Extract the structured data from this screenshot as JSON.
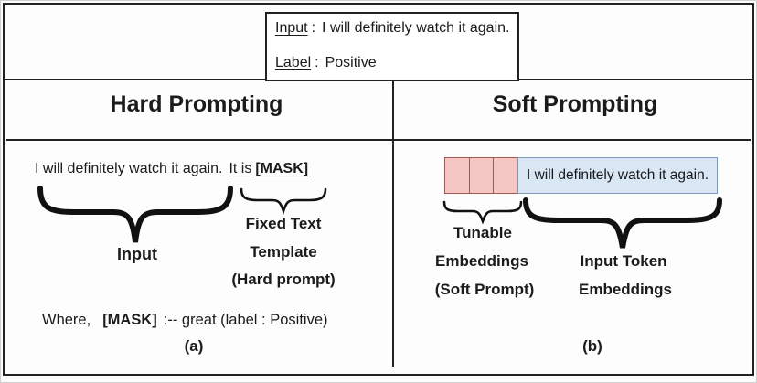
{
  "example_box": {
    "input_label": "Input",
    "separator": ":",
    "input_value": "I will definitely watch it again.",
    "label_label": "Label",
    "label_value": "Positive"
  },
  "headers": {
    "left": "Hard Prompting",
    "right": "Soft Prompting"
  },
  "hard_panel": {
    "sentence_input": "I will definitely watch it again.",
    "template_prefix": "It is",
    "template_mask": "[MASK]",
    "input_label": "Input",
    "template_caption_line1": "Fixed Text",
    "template_caption_line2": "Template",
    "template_caption_line3": "(Hard prompt)",
    "where_prefix": "Where,",
    "where_mask": "[MASK]",
    "where_suffix": ":-- great (label : Positive)",
    "panel_caption": "(a)"
  },
  "soft_panel": {
    "tunable_cell_count": 3,
    "embedding_text": "I will definitely watch it again.",
    "tunable_caption_line1": "Tunable",
    "tunable_caption_line2": "Embeddings",
    "tunable_caption_line3": "(Soft Prompt)",
    "input_token_caption_line1": "Input Token",
    "input_token_caption_line2": "Embeddings",
    "panel_caption": "(b)"
  },
  "colors": {
    "tunable_fill": "#f4c6c4",
    "tunable_border": "#a05a52",
    "embedding_fill": "#d9e6f4",
    "embedding_border": "#8099b3"
  }
}
